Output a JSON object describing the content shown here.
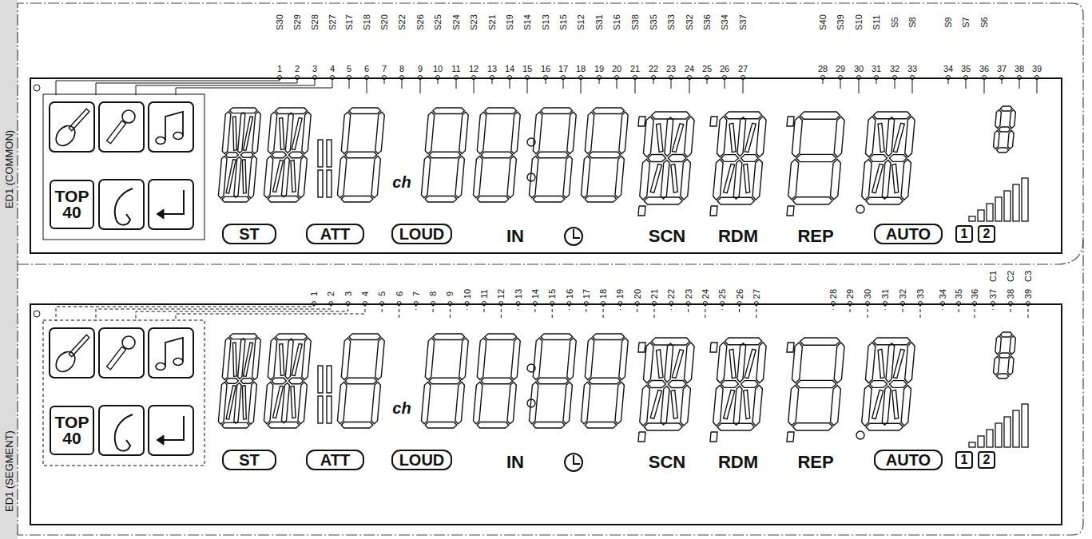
{
  "diagram": {
    "nodes": [
      {
        "text": [
          "ED1 (COMMON)"
        ]
      },
      {
        "text": [
          "TOP 40"
        ],
        "in": 0
      },
      {
        "text": [
          "ST"
        ],
        "in": 0
      },
      {
        "text": [
          "ATT"
        ],
        "in": 0
      },
      {
        "text": [
          "LOUD"
        ],
        "in": 0
      },
      {
        "text": [
          "AUTO"
        ],
        "in": 0
      },
      {
        "text": [
          "1"
        ],
        "in": 0
      },
      {
        "text": [
          "2"
        ],
        "in": 0
      },
      {
        "text": [
          "ED1 (SEGMENT)"
        ]
      },
      {
        "text": [
          "TOP 40"
        ],
        "in": 8
      },
      {
        "text": [
          "ST"
        ],
        "in": 8
      },
      {
        "text": [
          "ATT"
        ],
        "in": 8
      },
      {
        "text": [
          "LOUD"
        ],
        "in": 8
      },
      {
        "text": [
          "AUTO"
        ],
        "in": 8
      },
      {
        "text": [
          "1"
        ],
        "in": 8
      },
      {
        "text": [
          "2"
        ],
        "in": 8
      }
    ],
    "labels": [
      "S30",
      "S29",
      "S28",
      "S27",
      "S17",
      "S18",
      "S20",
      "S22",
      "S26",
      "S25",
      "S24",
      "S23",
      "S21",
      "S19",
      "S14",
      "S13",
      "S15",
      "S12",
      "S31",
      "S16",
      "S38",
      "S35",
      "S33",
      "S32",
      "S36",
      "S34",
      "S37",
      "S40",
      "S39",
      "S10",
      "S11",
      "S5",
      "S8",
      "S9",
      "S7",
      "S6",
      "1",
      "2",
      "3",
      "4",
      "5",
      "6",
      "7",
      "8",
      "9",
      "10",
      "11",
      "12",
      "13",
      "14",
      "15",
      "16",
      "17",
      "18",
      "19",
      "20",
      "21",
      "22",
      "23",
      "24",
      "25",
      "26",
      "27",
      "28",
      "29",
      "30",
      "31",
      "32",
      "33",
      "34",
      "35",
      "36",
      "37",
      "38",
      "39",
      "ch",
      "IN",
      "SCN",
      "RDM",
      "REP",
      "C1",
      "C2",
      "C3",
      "1",
      "2",
      "3",
      "4",
      "5",
      "6",
      "7",
      "8",
      "9",
      "10",
      "11",
      "12",
      "13",
      "14",
      "15",
      "16",
      "17",
      "18",
      "19",
      "20",
      "21",
      "22",
      "23",
      "24",
      "25",
      "26",
      "27",
      "28",
      "29",
      "30",
      "31",
      "32",
      "33",
      "34",
      "35",
      "36",
      "37",
      "38",
      "39",
      "ch",
      "IN",
      "SCN",
      "RDM",
      "REP"
    ]
  }
}
